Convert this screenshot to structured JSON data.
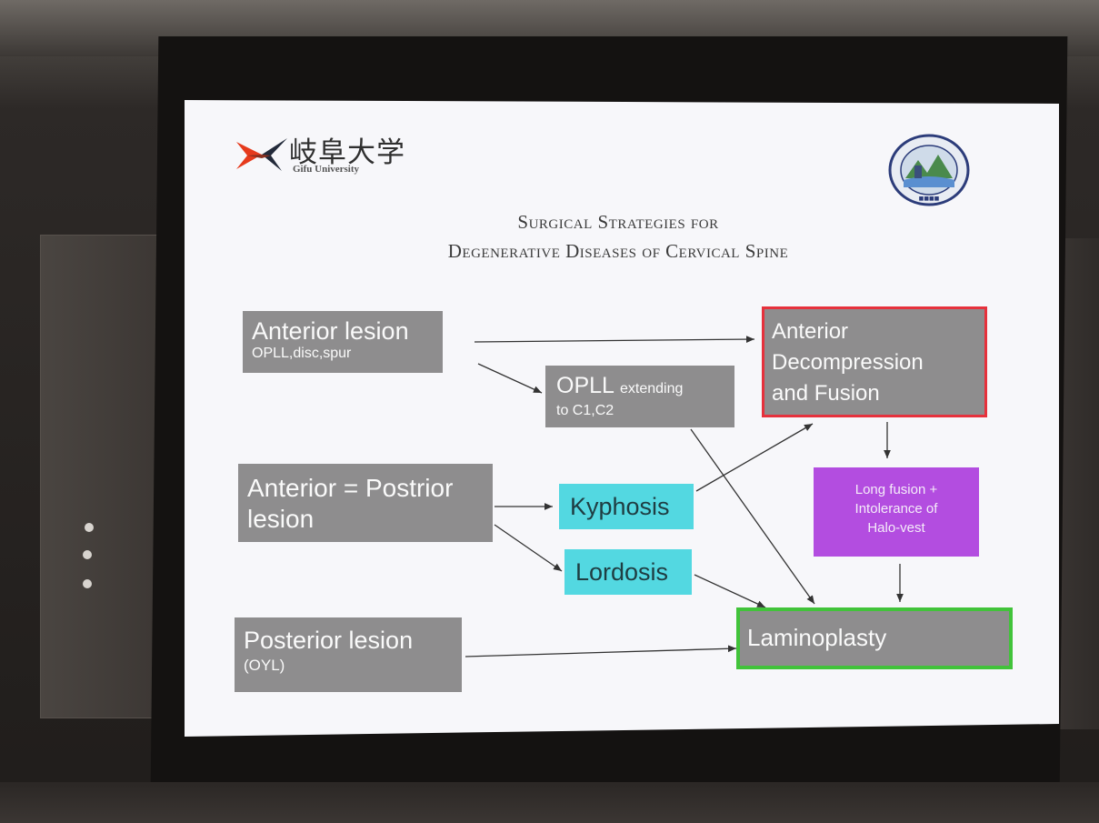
{
  "slide": {
    "logo": {
      "name_jp": "岐阜大学",
      "name_en": "Gifu University",
      "seal_icon": "university-seal-icon"
    },
    "title_line1": "Surgical Strategies for",
    "title_line2": "Degenerative Diseases of Cervical Spine"
  },
  "diagram": {
    "nodes": {
      "anterior_lesion": {
        "main": "Anterior lesion",
        "sub": "OPLL,disc,spur"
      },
      "opll_extending": {
        "main": "OPLL",
        "main_suffix": "extending",
        "sub": "to C1,C2"
      },
      "anterior_decompression": {
        "line1": "Anterior",
        "line2": "Decompression",
        "line3": "and Fusion"
      },
      "anterior_posterior_lesion": {
        "line1": "Anterior = Postrior",
        "line2": "lesion"
      },
      "kyphosis": {
        "label": "Kyphosis"
      },
      "lordosis": {
        "label": "Lordosis"
      },
      "long_fusion": {
        "line1": "Long fusion +",
        "line2": "Intolerance of",
        "line3": "Halo-vest"
      },
      "posterior_lesion": {
        "main": "Posterior lesion",
        "sub": "(OYL)"
      },
      "laminoplasty": {
        "label": "Laminoplasty"
      }
    },
    "colors": {
      "gray_box": "#8e8d8e",
      "cyan_box": "#53d8e1",
      "purple_box": "#b34de0",
      "red_outline": "#e6313c",
      "green_outline": "#41c33a"
    }
  }
}
